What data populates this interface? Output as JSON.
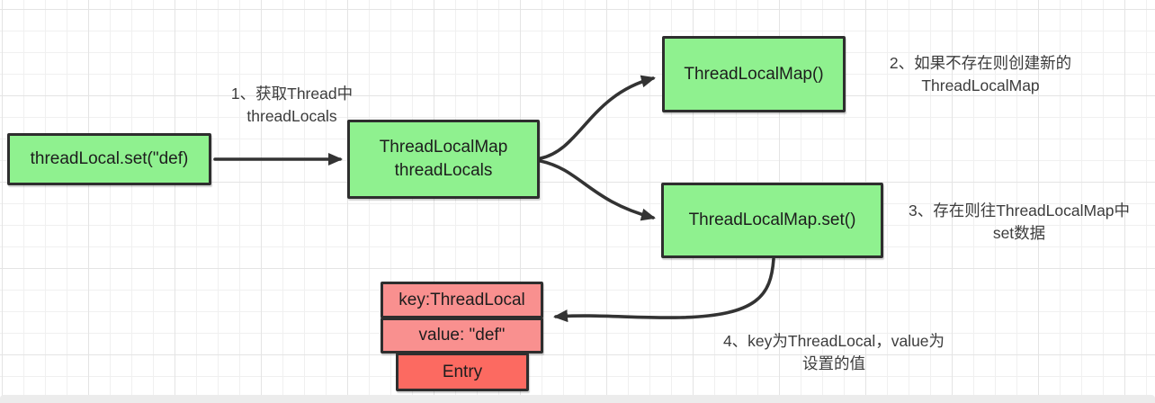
{
  "colors": {
    "canvas-bg": "#ffffff",
    "grid-minor": "#f0f0f0",
    "grid-major": "#e4e4e4",
    "box-green": "#8ff18f",
    "box-pink-light": "#f9908f",
    "box-red": "#fc6a61",
    "box-border": "#2e2e2e",
    "arrow": "#333333",
    "text": "#1d1d1d",
    "note-text": "#3c3c3c",
    "bottom-bar": "#ececec"
  },
  "nodes": {
    "thread_local_set": "threadLocal.set(\"def)",
    "thread_local_map_line1": "ThreadLocalMap",
    "thread_local_map_line2": "threadLocals",
    "thread_local_map_ctor": "ThreadLocalMap()",
    "thread_local_map_set": "ThreadLocalMap.set()",
    "entry_key": "key:ThreadLocal",
    "entry_value": "value: \"def\"",
    "entry_label": "Entry"
  },
  "notes": {
    "note1_line1": "1、获取Thread中",
    "note1_line2": "threadLocals",
    "note2_line1": "2、如果不存在则创建新的",
    "note2_line2": "ThreadLocalMap",
    "note3_line1": "3、存在则往ThreadLocalMap中",
    "note3_line2": "set数据",
    "note4_line1": "4、key为ThreadLocal，value为",
    "note4_line2": "设置的值"
  }
}
